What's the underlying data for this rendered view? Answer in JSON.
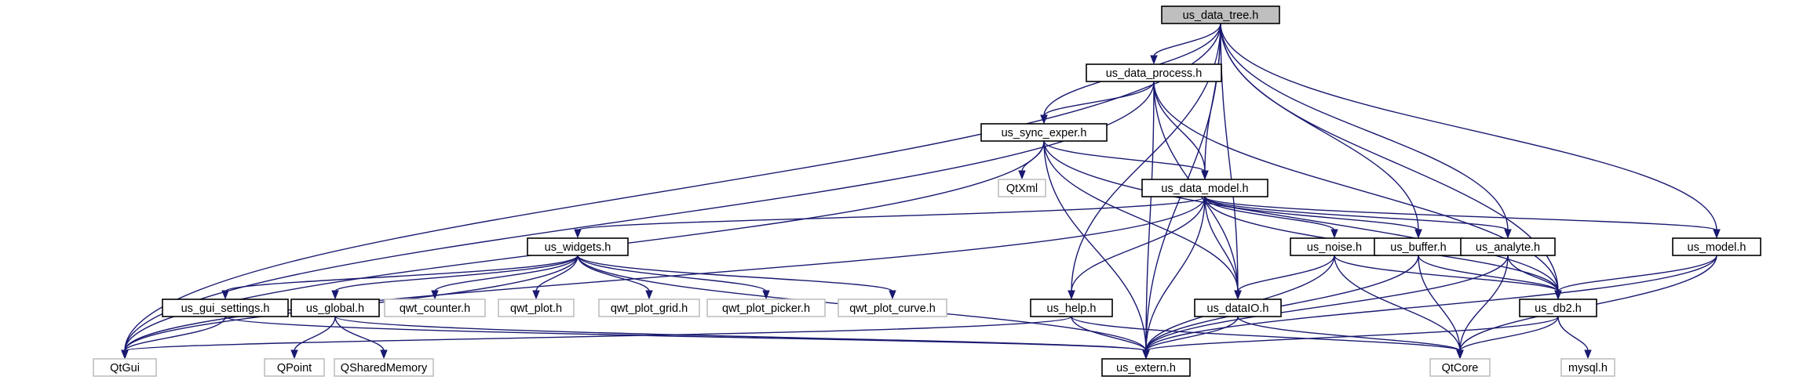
{
  "graph": {
    "nodes": [
      {
        "id": "us_data_tree.h",
        "kind": "root"
      },
      {
        "id": "us_data_process.h",
        "kind": "internal"
      },
      {
        "id": "us_sync_exper.h",
        "kind": "internal"
      },
      {
        "id": "QtXml",
        "kind": "external"
      },
      {
        "id": "us_data_model.h",
        "kind": "internal"
      },
      {
        "id": "us_widgets.h",
        "kind": "internal"
      },
      {
        "id": "us_noise.h",
        "kind": "internal"
      },
      {
        "id": "us_buffer.h",
        "kind": "internal"
      },
      {
        "id": "us_analyte.h",
        "kind": "internal"
      },
      {
        "id": "us_model.h",
        "kind": "internal"
      },
      {
        "id": "us_gui_settings.h",
        "kind": "internal"
      },
      {
        "id": "us_global.h",
        "kind": "internal"
      },
      {
        "id": "qwt_counter.h",
        "kind": "external"
      },
      {
        "id": "qwt_plot.h",
        "kind": "external"
      },
      {
        "id": "qwt_plot_grid.h",
        "kind": "external"
      },
      {
        "id": "qwt_plot_picker.h",
        "kind": "external"
      },
      {
        "id": "qwt_plot_curve.h",
        "kind": "external"
      },
      {
        "id": "us_help.h",
        "kind": "internal"
      },
      {
        "id": "us_dataIO.h",
        "kind": "internal"
      },
      {
        "id": "us_db2.h",
        "kind": "internal"
      },
      {
        "id": "QtGui",
        "kind": "external"
      },
      {
        "id": "QPoint",
        "kind": "external"
      },
      {
        "id": "QSharedMemory",
        "kind": "external"
      },
      {
        "id": "us_extern.h",
        "kind": "internal"
      },
      {
        "id": "QtCore",
        "kind": "external"
      },
      {
        "id": "mysql.h",
        "kind": "external"
      }
    ],
    "edges": [
      [
        "us_data_tree.h",
        "QtGui"
      ],
      [
        "us_data_tree.h",
        "us_extern.h"
      ],
      [
        "us_data_tree.h",
        "us_help.h"
      ],
      [
        "us_data_tree.h",
        "us_sync_exper.h"
      ],
      [
        "us_data_tree.h",
        "us_data_process.h"
      ],
      [
        "us_data_tree.h",
        "us_data_model.h"
      ],
      [
        "us_data_tree.h",
        "us_dataIO.h"
      ],
      [
        "us_data_tree.h",
        "us_buffer.h"
      ],
      [
        "us_data_tree.h",
        "us_analyte.h"
      ],
      [
        "us_data_tree.h",
        "us_db2.h"
      ],
      [
        "us_data_tree.h",
        "us_model.h"
      ],
      [
        "us_data_process.h",
        "QtGui"
      ],
      [
        "us_data_process.h",
        "us_sync_exper.h"
      ],
      [
        "us_data_process.h",
        "us_extern.h"
      ],
      [
        "us_data_process.h",
        "us_dataIO.h"
      ],
      [
        "us_data_process.h",
        "us_data_model.h"
      ],
      [
        "us_data_process.h",
        "us_db2.h"
      ],
      [
        "us_sync_exper.h",
        "QtGui"
      ],
      [
        "us_sync_exper.h",
        "QtXml"
      ],
      [
        "us_sync_exper.h",
        "us_extern.h"
      ],
      [
        "us_sync_exper.h",
        "us_dataIO.h"
      ],
      [
        "us_sync_exper.h",
        "us_data_model.h"
      ],
      [
        "us_sync_exper.h",
        "us_db2.h"
      ],
      [
        "us_data_model.h",
        "QtGui"
      ],
      [
        "us_data_model.h",
        "us_widgets.h"
      ],
      [
        "us_data_model.h",
        "us_help.h"
      ],
      [
        "us_data_model.h",
        "us_extern.h"
      ],
      [
        "us_data_model.h",
        "us_dataIO.h"
      ],
      [
        "us_data_model.h",
        "us_noise.h"
      ],
      [
        "us_data_model.h",
        "us_buffer.h"
      ],
      [
        "us_data_model.h",
        "us_analyte.h"
      ],
      [
        "us_data_model.h",
        "us_db2.h"
      ],
      [
        "us_data_model.h",
        "us_model.h"
      ],
      [
        "us_widgets.h",
        "QtGui"
      ],
      [
        "us_widgets.h",
        "us_gui_settings.h"
      ],
      [
        "us_widgets.h",
        "us_global.h"
      ],
      [
        "us_widgets.h",
        "qwt_counter.h"
      ],
      [
        "us_widgets.h",
        "qwt_plot.h"
      ],
      [
        "us_widgets.h",
        "qwt_plot_grid.h"
      ],
      [
        "us_widgets.h",
        "qwt_plot_picker.h"
      ],
      [
        "us_widgets.h",
        "qwt_plot_curve.h"
      ],
      [
        "us_widgets.h",
        "us_extern.h"
      ],
      [
        "us_gui_settings.h",
        "QtGui"
      ],
      [
        "us_gui_settings.h",
        "us_extern.h"
      ],
      [
        "us_global.h",
        "QPoint"
      ],
      [
        "us_global.h",
        "QSharedMemory"
      ],
      [
        "us_global.h",
        "us_extern.h"
      ],
      [
        "us_help.h",
        "QtGui"
      ],
      [
        "us_help.h",
        "us_extern.h"
      ],
      [
        "us_help.h",
        "QtCore"
      ],
      [
        "us_noise.h",
        "us_extern.h"
      ],
      [
        "us_noise.h",
        "us_dataIO.h"
      ],
      [
        "us_noise.h",
        "QtCore"
      ],
      [
        "us_noise.h",
        "us_db2.h"
      ],
      [
        "us_buffer.h",
        "us_extern.h"
      ],
      [
        "us_buffer.h",
        "QtCore"
      ],
      [
        "us_buffer.h",
        "us_db2.h"
      ],
      [
        "us_analyte.h",
        "us_extern.h"
      ],
      [
        "us_analyte.h",
        "QtCore"
      ],
      [
        "us_analyte.h",
        "us_db2.h"
      ],
      [
        "us_model.h",
        "us_extern.h"
      ],
      [
        "us_model.h",
        "QtCore"
      ],
      [
        "us_model.h",
        "us_db2.h"
      ],
      [
        "us_dataIO.h",
        "us_extern.h"
      ],
      [
        "us_dataIO.h",
        "QtCore"
      ],
      [
        "us_db2.h",
        "us_extern.h"
      ],
      [
        "us_db2.h",
        "QtCore"
      ],
      [
        "us_db2.h",
        "mysql.h"
      ]
    ]
  },
  "colors": {
    "edge": "#191970",
    "root_fill": "#bfbfbf",
    "internal_stroke": "#000000",
    "external_stroke": "#bfbfbf"
  }
}
